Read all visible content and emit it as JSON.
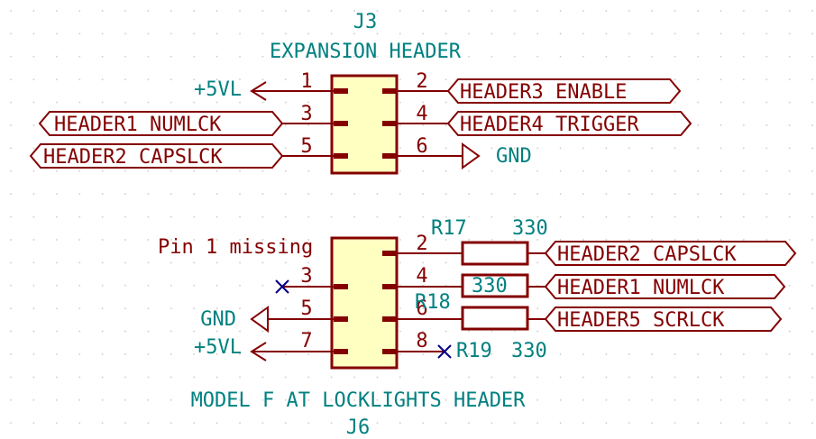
{
  "colors": {
    "text_teal": "#008080",
    "wire": "#840000",
    "body_fill": "#ffffc2",
    "no_connect": "#000084"
  },
  "j3": {
    "ref": "J3",
    "value": "EXPANSION HEADER",
    "pins": [
      "1",
      "2",
      "3",
      "4",
      "5",
      "6"
    ],
    "nets": {
      "pin1": "+5VL",
      "pin2": "HEADER3_ENABLE",
      "pin3": "HEADER1_NUMLCK",
      "pin4": "HEADER4_TRIGGER",
      "pin5": "HEADER2_CAPSLCK",
      "pin6": "GND"
    }
  },
  "j6": {
    "ref": "J6",
    "value": "MODEL F AT LOCKLIGHTS HEADER",
    "note": "Pin 1 missing",
    "pins": [
      "2",
      "3",
      "4",
      "5",
      "6",
      "7",
      "8"
    ],
    "nets": {
      "pin5": "GND",
      "pin7": "+5VL",
      "r17_out": "HEADER2_CAPSLCK",
      "r18_out": "HEADER1_NUMLCK",
      "r19_out": "HEADER5_SCRLCK"
    }
  },
  "resistors": {
    "r17": {
      "ref": "R17",
      "value": "330"
    },
    "r18": {
      "ref": "R18",
      "value": "330"
    },
    "r19": {
      "ref": "R19",
      "value": "330"
    }
  },
  "icons": [
    "power-arrow-icon",
    "gnd-arrow-icon",
    "no-connect-icon",
    "global-label-icon"
  ]
}
